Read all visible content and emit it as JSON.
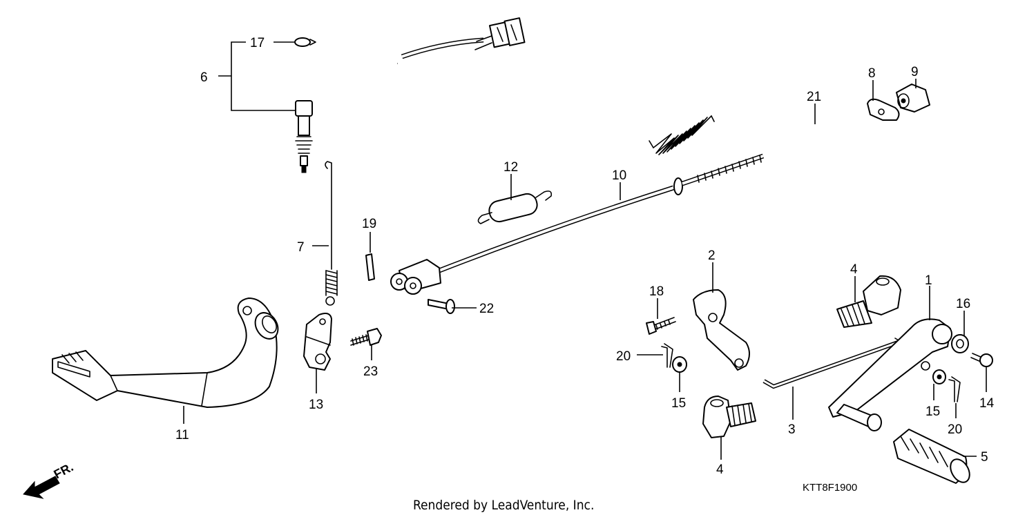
{
  "diagram": {
    "drawing_code": "KTT8F1900",
    "credit": "Rendered by LeadVenture, Inc.",
    "front_marker": "FR.",
    "callouts": [
      {
        "id": "c1",
        "text": "1"
      },
      {
        "id": "c2",
        "text": "2"
      },
      {
        "id": "c3",
        "text": "3"
      },
      {
        "id": "c4a",
        "text": "4"
      },
      {
        "id": "c4b",
        "text": "4"
      },
      {
        "id": "c5",
        "text": "5"
      },
      {
        "id": "c6",
        "text": "6"
      },
      {
        "id": "c7",
        "text": "7"
      },
      {
        "id": "c8",
        "text": "8"
      },
      {
        "id": "c9",
        "text": "9"
      },
      {
        "id": "c10",
        "text": "10"
      },
      {
        "id": "c11",
        "text": "11"
      },
      {
        "id": "c12",
        "text": "12"
      },
      {
        "id": "c13",
        "text": "13"
      },
      {
        "id": "c14",
        "text": "14"
      },
      {
        "id": "c15a",
        "text": "15"
      },
      {
        "id": "c15b",
        "text": "15"
      },
      {
        "id": "c16",
        "text": "16"
      },
      {
        "id": "c17",
        "text": "17"
      },
      {
        "id": "c18",
        "text": "18"
      },
      {
        "id": "c19",
        "text": "19"
      },
      {
        "id": "c20a",
        "text": "20"
      },
      {
        "id": "c20b",
        "text": "20"
      },
      {
        "id": "c21",
        "text": "21"
      },
      {
        "id": "c22",
        "text": "22"
      },
      {
        "id": "c23",
        "text": "23"
      }
    ]
  }
}
